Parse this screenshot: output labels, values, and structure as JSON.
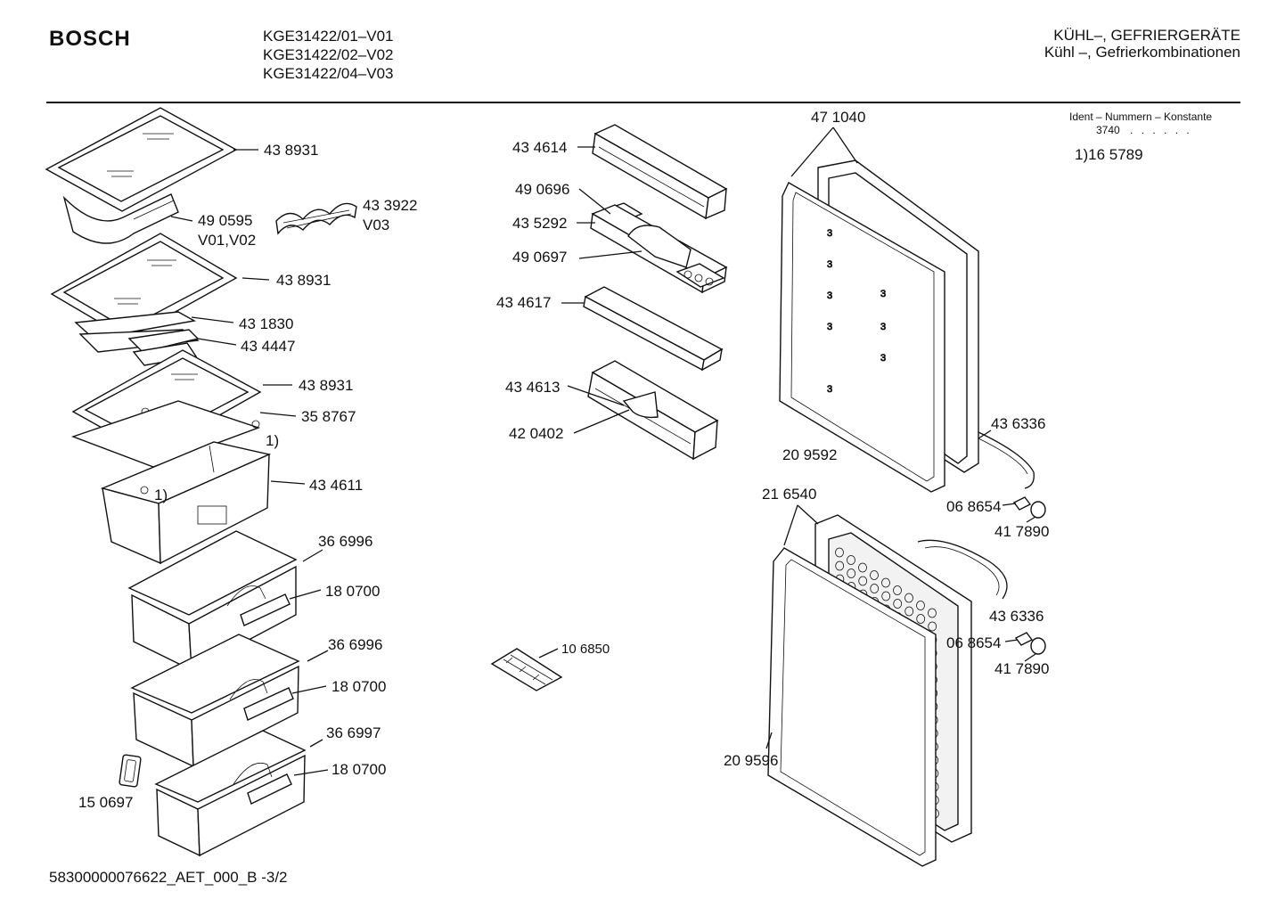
{
  "header": {
    "brand": "BOSCH",
    "models": [
      "KGE31422/01–V01",
      "KGE31422/02–V02",
      "KGE31422/04–V03"
    ],
    "category_line1": "KÜHL–, GEFRIERGERÄTE",
    "category_line2": "Kühl –, Gefrierkombinationen"
  },
  "ident": {
    "title": "Ident – Nummern – Konstante",
    "number": "3740",
    "dots": ". .   . . . .",
    "constant": "1)16 5789"
  },
  "footer": "58300000076622_AET_000_B  -3/2",
  "labels": {
    "shelf_top": "43 8931",
    "holder_a": "49 0595",
    "holder_a_variant": "V01,V02",
    "egg_rack": "43 3922",
    "egg_rack_variant": "V03",
    "shelf_mid": "43 8931",
    "frame_1": "43 1830",
    "frame_2": "43 4447",
    "shelf_low": "43 8931",
    "shelf_support": "35 8767",
    "note_1a": "1)",
    "note_1b": "1)",
    "box": "43 4611",
    "drawer_1": "36 6996",
    "handle_1": "18 0700",
    "drawer_2": "36 6996",
    "handle_2": "18 0700",
    "drawer_3": "36 6997",
    "handle_3": "18 0700",
    "seal_small": "15 0697",
    "door_shelf_1": "43 4614",
    "egg_tray_a": "49 0696",
    "door_shelf_2": "43 5292",
    "egg_tray_b": "49 0697",
    "door_shelf_3": "43 4617",
    "door_shelf_4": "43 4613",
    "divider": "42 0402",
    "ice_tray": "10 6850",
    "door_upper": "47 1040",
    "gasket_upper": "20 9592",
    "handle_upper": "43 6336",
    "screw_upper": "06 8654",
    "cap_upper": "41 7890",
    "door_lower": "21 6540",
    "handle_lower": "43 6336",
    "screw_lower": "06 8654",
    "cap_lower": "41 7890",
    "gasket_lower": "20 9596"
  }
}
